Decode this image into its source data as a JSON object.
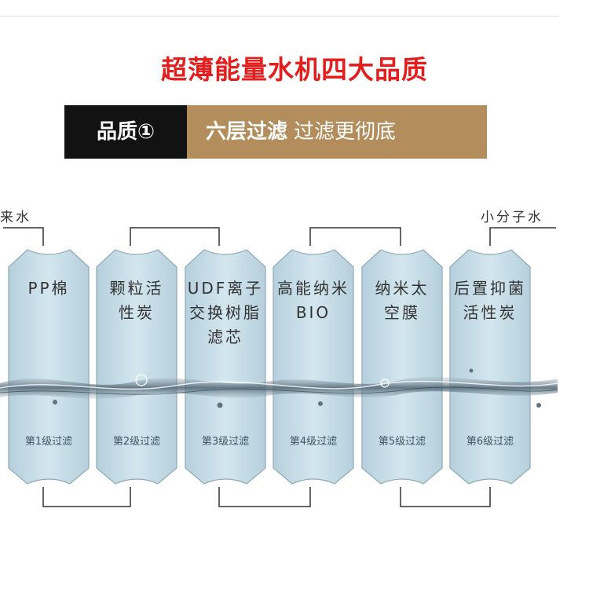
{
  "title": "超薄能量水机四大品质",
  "banner": {
    "left": "品质①",
    "right_bold": "六层过滤",
    "right_light": "过滤更彻底"
  },
  "inlet_label": "来水",
  "outlet_label": "小分子水",
  "filters": [
    {
      "name": "PP棉",
      "stage": "第1级过滤"
    },
    {
      "name": "颗粒活性炭",
      "stage": "第2级过滤"
    },
    {
      "name": "UDF离子交换树脂滤芯",
      "stage": "第3级过滤"
    },
    {
      "name": "高能纳米BIO",
      "stage": "第4级过滤"
    },
    {
      "name": "纳米太空膜",
      "stage": "第5级过滤"
    },
    {
      "name": "后置抑菌活性炭",
      "stage": "第6级过滤"
    }
  ],
  "colors": {
    "title": "#e41d1d",
    "banner_dark": "#121212",
    "banner_gold": "#b38d5c",
    "cartridge": "#c9dfe8"
  }
}
